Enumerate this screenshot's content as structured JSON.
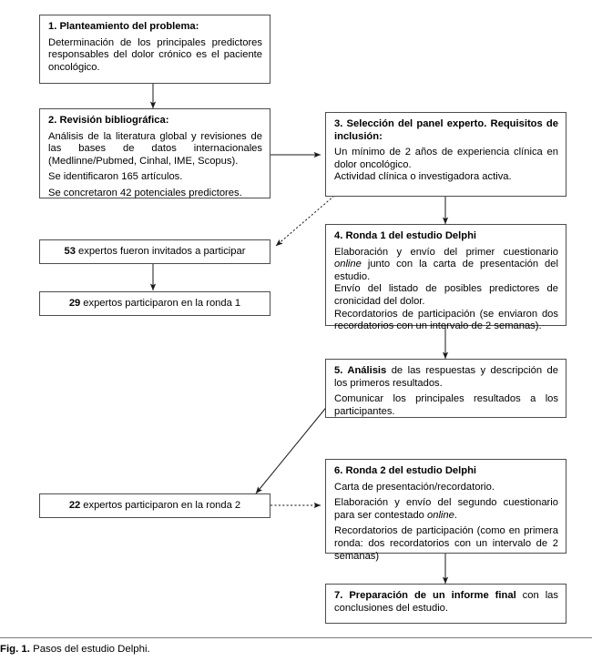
{
  "figure": {
    "caption_label": "Fig. 1.",
    "caption_text": "Pasos del estudio Delphi."
  },
  "boxes": {
    "box1": {
      "heading": "1. Planteamiento del problema:",
      "body1": "Determinación de los principales predictores responsables del dolor crónico es el paciente oncológico."
    },
    "box2": {
      "heading": "2. Revisión bibliográfica:",
      "body1": "Análisis de la literatura global y revisiones de las bases de datos internacionales (Medlinne/Pubmed, Cinhal, IME, Scopus).",
      "body2": "Se identificaron 165 artículos.",
      "body3": "Se concretaron 42 potenciales predictores."
    },
    "box3": {
      "heading": "3. Selección del panel experto. Requisitos de inclusión:",
      "body1": "Un mínimo de 2 años de experiencia clínica en dolor oncológico.",
      "body2": "Actividad clínica o investigadora activa."
    },
    "box4": {
      "heading": "4. Ronda 1 del estudio Delphi",
      "body1_a": "Elaboración y envío del primer cuestionario ",
      "body1_em": "online",
      "body1_b": " junto con la carta de presentación del estudio.",
      "body2": "Envío del listado de posibles predictores de cronicidad del dolor.",
      "body3": "Recordatorios de participación (se enviaron dos recordatorios con un intervalo de 2 semanas)."
    },
    "box5": {
      "heading_num": "5. ",
      "heading_bold": "Análisis",
      "heading_rest": " de las respuestas y descripción de los primeros resultados.",
      "body2": "Comunicar los principales resultados a los participantes."
    },
    "box6": {
      "heading": "6. Ronda 2 del estudio Delphi",
      "body1": "Carta de presentación/recordatorio.",
      "body2_a": "Elaboración y envío del segundo cuestionario para ser contestado ",
      "body2_em": "online",
      "body2_b": ".",
      "body3": "Recordatorios de participación (como en primera ronda: dos recordatorios con un intervalo de 2 semanas)"
    },
    "box7": {
      "heading_num": "7. ",
      "heading_bold": "Preparación de un informe final",
      "heading_rest": " con las conclusiones del estudio."
    }
  },
  "pills": {
    "invited": {
      "number": "53",
      "text": "expertos fueron invitados a participar"
    },
    "round1": {
      "number": "29",
      "text": "expertos participaron en la ronda 1"
    },
    "round2": {
      "number": "22",
      "text": "expertos participaron en la ronda 2"
    }
  },
  "colors": {
    "border": "#4d4d4d",
    "line": "#1a1a1a",
    "text": "#000000",
    "background": "#ffffff"
  },
  "connectors": [
    {
      "name": "box1-to-box2",
      "style": "solid",
      "from": "box1",
      "to": "box2"
    },
    {
      "name": "box2-to-box3",
      "style": "solid",
      "from": "box2",
      "to": "box3"
    },
    {
      "name": "box3-to-invited",
      "style": "dotted",
      "from": "box3",
      "to": "invited-pill"
    },
    {
      "name": "box3-to-box4",
      "style": "solid",
      "from": "box3",
      "to": "box4"
    },
    {
      "name": "invited-to-round1",
      "style": "solid",
      "from": "invited-pill",
      "to": "round1-pill"
    },
    {
      "name": "box4-to-box5",
      "style": "solid",
      "from": "box4",
      "to": "box5"
    },
    {
      "name": "box5-to-round2",
      "style": "solid",
      "from": "box5",
      "to": "round2-pill"
    },
    {
      "name": "round2-to-box6",
      "style": "dotted",
      "from": "round2-pill",
      "to": "box6"
    },
    {
      "name": "box6-to-box7",
      "style": "solid",
      "from": "box6",
      "to": "box7"
    }
  ]
}
